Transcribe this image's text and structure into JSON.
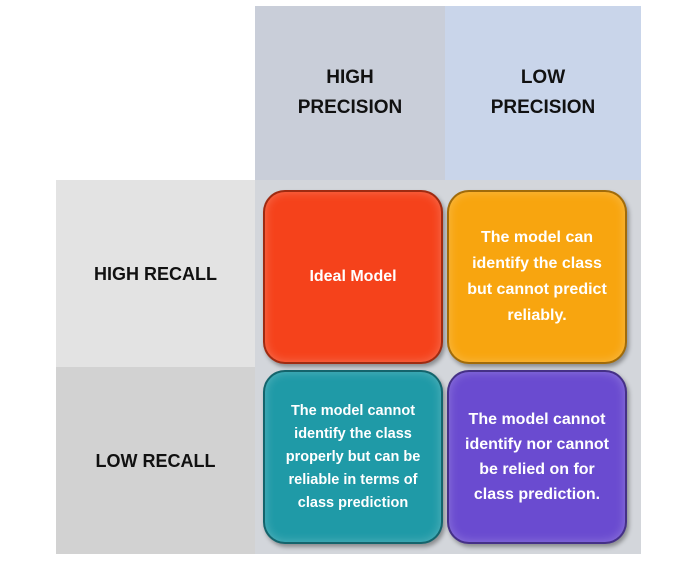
{
  "columns": {
    "high_precision": "HIGH PRECISION",
    "low_precision": "LOW PRECISION"
  },
  "rows": {
    "high_recall": "HIGH RECALL",
    "low_recall": "LOW RECALL"
  },
  "quadrants": {
    "high_recall_high_precision": "Ideal Model",
    "high_recall_low_precision": "The model can identify the class but cannot predict reliably.",
    "low_recall_high_precision": "The model cannot identify the class properly but can be reliable in terms of class prediction",
    "low_recall_low_precision": "The model cannot identify nor cannot be relied on for class prediction."
  },
  "colors": {
    "ideal": "#f5421b",
    "high_recall_low_precision": "#f8a50f",
    "low_recall_high_precision": "#1f9aa7",
    "low_recall_low_precision": "#6a4bd0"
  }
}
